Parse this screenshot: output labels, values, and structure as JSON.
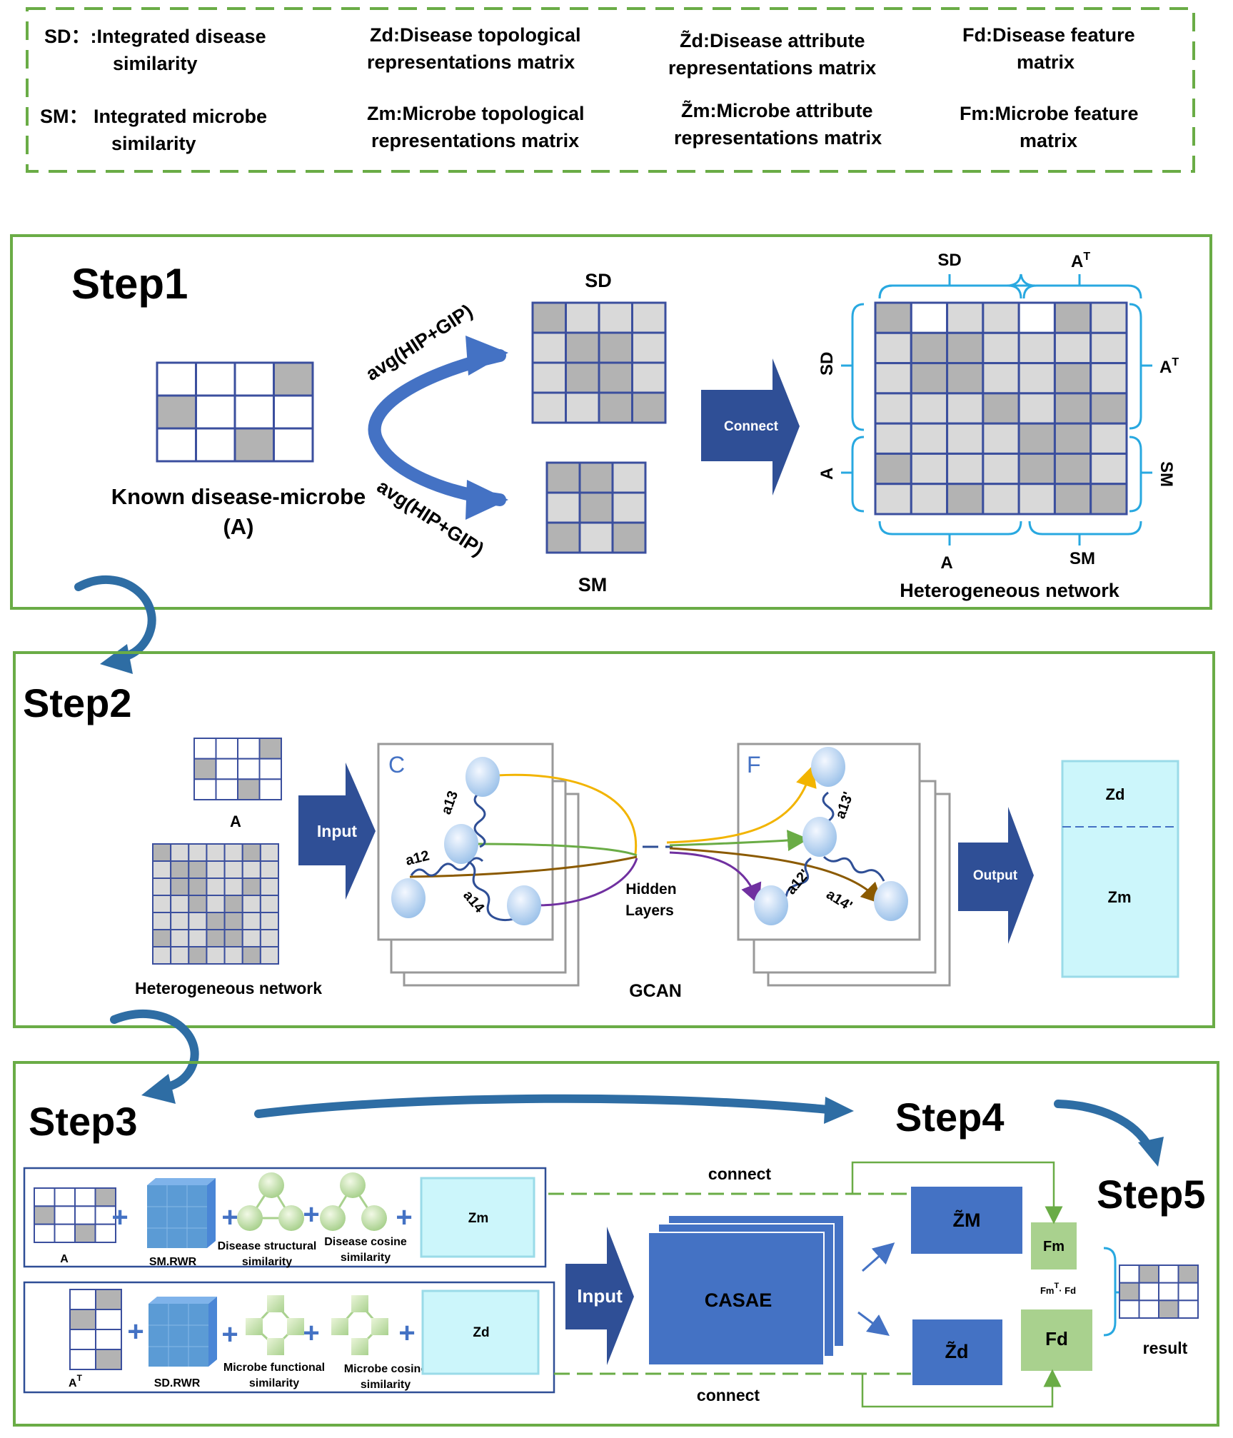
{
  "legend": {
    "sd_label": "SD：:Integrated disease",
    "sd_label_2": "similarity",
    "sm_label": "SM： Integrated microbe",
    "sm_label_2": "similarity",
    "zd_label": "Zd:Disease topological",
    "zd_label_2": "representations matrix",
    "zm_label": "Zm:Microbe topological",
    "zm_label_2": "representations matrix",
    "zd_attr_label": "Z̃d:Disease attribute",
    "zd_attr_label_2": "representations matrix",
    "zm_attr_label": "Z̃m:Microbe attribute",
    "zm_attr_label_2": "representations matrix",
    "fd_label": "Fd:Disease feature",
    "fd_label_2": "matrix",
    "fm_label": "Fm:Microbe feature",
    "fm_label_2": "matrix"
  },
  "step1": {
    "title": "Step1",
    "known_label": "Known disease-microbe",
    "known_label_2": "(A)",
    "avg_top": "avg(HIP+GIP)",
    "avg_bottom": "avg(HIP+GIP)",
    "sd": "SD",
    "sm": "SM",
    "connect": "Connect",
    "het_sd_top": "SD",
    "het_at_top": "A",
    "het_at_top_sup": "T",
    "het_sd_left": "SD",
    "het_a_left": "A",
    "het_at_right": "A",
    "het_at_right_sup": "T",
    "het_sm_right": "SM",
    "het_a_bottom": "A",
    "het_sm_bottom": "SM",
    "het_network": "Heterogeneous network"
  },
  "step2": {
    "title": "Step2",
    "a_label": "A",
    "het_network": "Heterogeneous network",
    "input": "Input",
    "c": "C",
    "f": "F",
    "a12": "a12",
    "a13": "a13",
    "a14": "a14",
    "a12p": "a12'",
    "a13p": "a13'",
    "a14p": "a14'",
    "hidden": "Hidden",
    "layers": "Layers",
    "gcan": "GCAN",
    "output": "Output",
    "zd": "Zd",
    "zm": "Zm"
  },
  "step3": {
    "title": "Step3",
    "a_label": "A",
    "sm_rwr": "SM.RWR",
    "dis_struct": "Disease structural",
    "dis_struct_2": "similarity",
    "dis_cos": "Disease cosine",
    "dis_cos_2": "similarity",
    "zm": "Zm",
    "at_label": "A",
    "at_sup": "T",
    "sd_rwr": "SD.RWR",
    "mic_func": "Microbe functional",
    "mic_func_2": "similarity",
    "mic_cos": "Microbe cosine",
    "mic_cos_2": "similarity",
    "zd": "Zd",
    "input": "Input",
    "casae": "CASAE",
    "connect_top": "connect",
    "connect_bottom": "connect"
  },
  "step4": {
    "title": "Step4",
    "zm_tilde": "Z̃M",
    "zd_tilde": "Z̃d",
    "fm": "Fm",
    "fd": "Fd",
    "fmfd": "Fm",
    "fmfd_sup": "T",
    "fmfd_tail": "· Fd"
  },
  "step5": {
    "title": "Step5",
    "result": "result"
  },
  "colors": {
    "panel_border": "#6aac46",
    "legend_dash": "#6aac46",
    "grid_line": "#3b4f9e",
    "grid_fill": "#b3b3b3",
    "arrow_dark": "#2f4f96",
    "curve_blue": "#4472c4",
    "cyan_box": "#ccf6fb",
    "brace_blue": "#28a8e0",
    "step3_arrow": "#2e6da4"
  }
}
